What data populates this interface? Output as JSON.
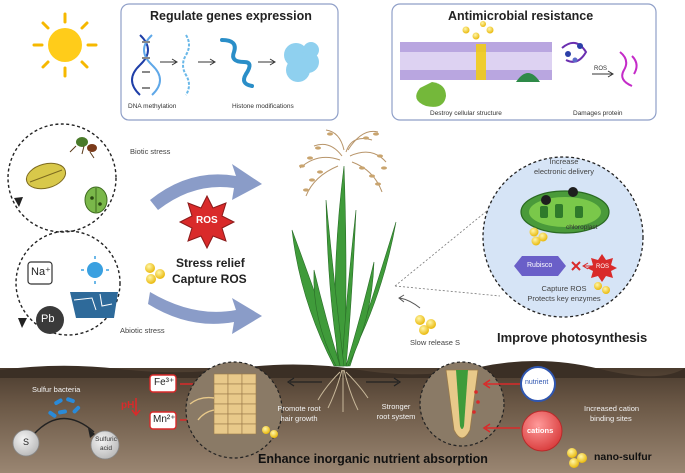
{
  "panels": {
    "genes": {
      "title": "Regulate genes expression",
      "labels": [
        "DNA methylation",
        "Histone modifications"
      ]
    },
    "antimicrobial": {
      "title": "Antimicrobial resistance",
      "labels": [
        "Destroy cellular structure",
        "Damages protein"
      ],
      "ros_tag": "ROS"
    }
  },
  "stress": {
    "biotic": "Biotic stress",
    "abiotic": "Abiotic stress",
    "ions": [
      "Na⁺",
      "Pb"
    ],
    "ros": "ROS",
    "relief_line1": "Stress relief",
    "relief_line2": "Capture ROS"
  },
  "photosynthesis": {
    "increase_line1": "Increase",
    "increase_line2": "electronic delivery",
    "chloroplast": "chloroplast",
    "rubisco": "Rubisco",
    "ros": "ROS",
    "capture_line1": "Capture ROS",
    "capture_line2": "Protects key enzymes",
    "title": "Improve photosynthesis",
    "slow_release": "Slow release S"
  },
  "soil": {
    "sulfur_bacteria": "Sulfur bacteria",
    "s_label": "S",
    "sulfuric_line1": "Sulfuric",
    "sulfuric_line2": "acid",
    "fe": "Fe³⁺",
    "mn": "Mn²⁺",
    "ph": "pH",
    "root_hair_line1": "Promote root",
    "root_hair_line2": "hair growth",
    "stronger_line1": "Stronger",
    "stronger_line2": "root system",
    "nutrient": "nutrient",
    "cations": "cations",
    "cation_line1": "Increased cation",
    "cation_line2": "binding sites",
    "title": "Enhance inorganic nutrient absorption",
    "legend": "nano-sulfur"
  },
  "colors": {
    "panel_border": "#8f9fc8",
    "arrow_blue": "#8a9cc8",
    "ros_red": "#d92a2a",
    "sulfur_yellow": "#f2cc0c",
    "soil_dark": "#5a4a3a",
    "soil_light": "#8f7a64",
    "plant_green": "#3f9b3a",
    "cation_red": "#e04a4a",
    "nutrient_blue": "#2f56b0"
  }
}
